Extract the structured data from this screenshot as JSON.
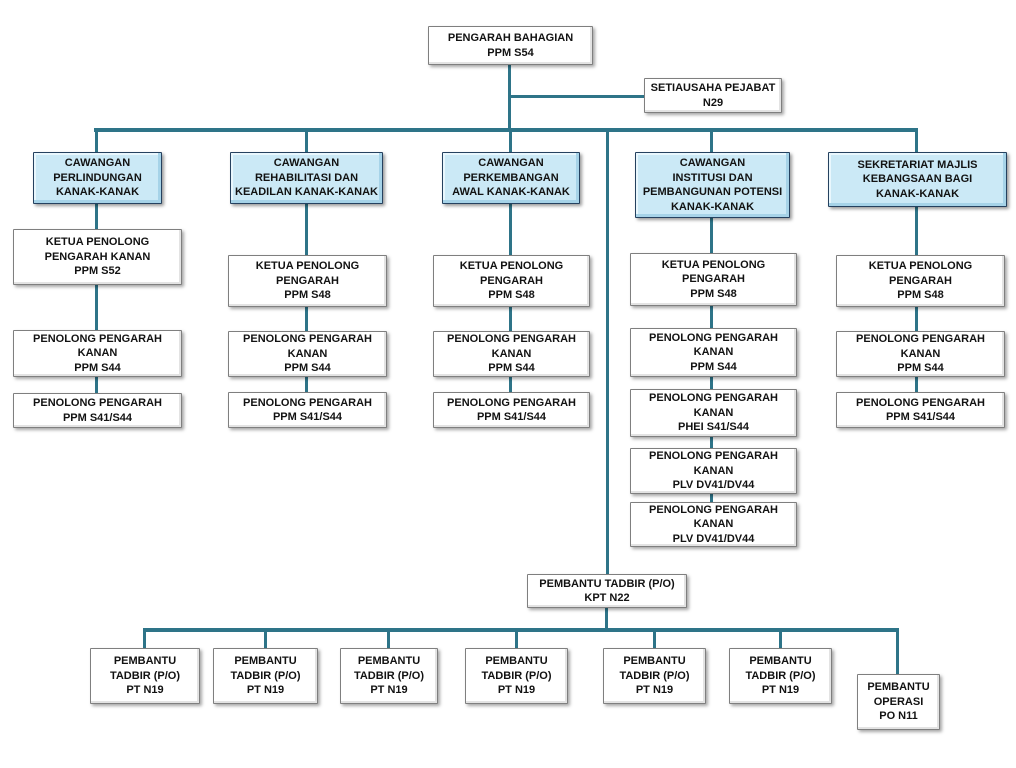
{
  "colors": {
    "connector": "#2e7488",
    "header_fill": "#cbe9f6",
    "box_fill": "#ffffff",
    "text": "#121212"
  },
  "org": {
    "director": {
      "lines": [
        "PENGARAH BAHAGIAN",
        "PPM S54"
      ]
    },
    "secretary": {
      "lines": [
        "SETIAUSAHA PEJABAT",
        "N29"
      ]
    },
    "branches": [
      {
        "header": {
          "lines": [
            "CAWANGAN",
            "PERLINDUNGAN",
            "KANAK-KANAK"
          ]
        },
        "posts": [
          {
            "lines": [
              "KETUA PENOLONG",
              "PENGARAH KANAN",
              "PPM S52"
            ]
          },
          {
            "lines": [
              "PENOLONG PENGARAH",
              "KANAN",
              "PPM S44"
            ]
          },
          {
            "lines": [
              "PENOLONG PENGARAH",
              "PPM S41/S44"
            ]
          }
        ]
      },
      {
        "header": {
          "lines": [
            "CAWANGAN",
            "REHABILITASI DAN",
            "KEADILAN KANAK-KANAK"
          ]
        },
        "posts": [
          {
            "lines": [
              "KETUA PENOLONG",
              "PENGARAH",
              "PPM S48"
            ]
          },
          {
            "lines": [
              "PENOLONG PENGARAH",
              "KANAN",
              "PPM S44"
            ]
          },
          {
            "lines": [
              "PENOLONG PENGARAH",
              "PPM S41/S44"
            ]
          }
        ]
      },
      {
        "header": {
          "lines": [
            "CAWANGAN",
            "PERKEMBANGAN",
            "AWAL KANAK-KANAK"
          ]
        },
        "posts": [
          {
            "lines": [
              "KETUA PENOLONG",
              "PENGARAH",
              "PPM S48"
            ]
          },
          {
            "lines": [
              "PENOLONG PENGARAH",
              "KANAN",
              "PPM S44"
            ]
          },
          {
            "lines": [
              "PENOLONG PENGARAH",
              "PPM S41/S44"
            ]
          }
        ]
      },
      {
        "header": {
          "lines": [
            "CAWANGAN",
            "INSTITUSI DAN",
            "PEMBANGUNAN POTENSI",
            "KANAK-KANAK"
          ]
        },
        "posts": [
          {
            "lines": [
              "KETUA PENOLONG",
              "PENGARAH",
              "PPM S48"
            ]
          },
          {
            "lines": [
              "PENOLONG PENGARAH",
              "KANAN",
              "PPM S44"
            ]
          },
          {
            "lines": [
              "PENOLONG PENGARAH",
              "KANAN",
              "PHEI S41/S44"
            ]
          },
          {
            "lines": [
              "PENOLONG PENGARAH",
              "KANAN",
              "PLV DV41/DV44"
            ]
          },
          {
            "lines": [
              "PENOLONG PENGARAH",
              "KANAN",
              "PLV DV41/DV44"
            ]
          }
        ]
      },
      {
        "header": {
          "lines": [
            "SEKRETARIAT MAJLIS",
            "KEBANGSAAN BAGI",
            "KANAK-KANAK"
          ]
        },
        "posts": [
          {
            "lines": [
              "KETUA PENOLONG",
              "PENGARAH",
              "PPM S48"
            ]
          },
          {
            "lines": [
              "PENOLONG PENGARAH",
              "KANAN",
              "PPM S44"
            ]
          },
          {
            "lines": [
              "PENOLONG PENGARAH",
              "PPM S41/S44"
            ]
          }
        ]
      }
    ],
    "clerk": {
      "lines": [
        "PEMBANTU TADBIR (P/O)",
        "KPT N22"
      ]
    },
    "support": [
      {
        "lines": [
          "PEMBANTU",
          "TADBIR (P/O)",
          "PT N19"
        ]
      },
      {
        "lines": [
          "PEMBANTU",
          "TADBIR (P/O)",
          "PT N19"
        ]
      },
      {
        "lines": [
          "PEMBANTU",
          "TADBIR (P/O)",
          "PT N19"
        ]
      },
      {
        "lines": [
          "PEMBANTU",
          "TADBIR (P/O)",
          "PT N19"
        ]
      },
      {
        "lines": [
          "PEMBANTU",
          "TADBIR (P/O)",
          "PT N19"
        ]
      },
      {
        "lines": [
          "PEMBANTU",
          "TADBIR (P/O)",
          "PT N19"
        ]
      },
      {
        "lines": [
          "PEMBANTU",
          "OPERASI",
          "PO N11"
        ]
      }
    ]
  }
}
